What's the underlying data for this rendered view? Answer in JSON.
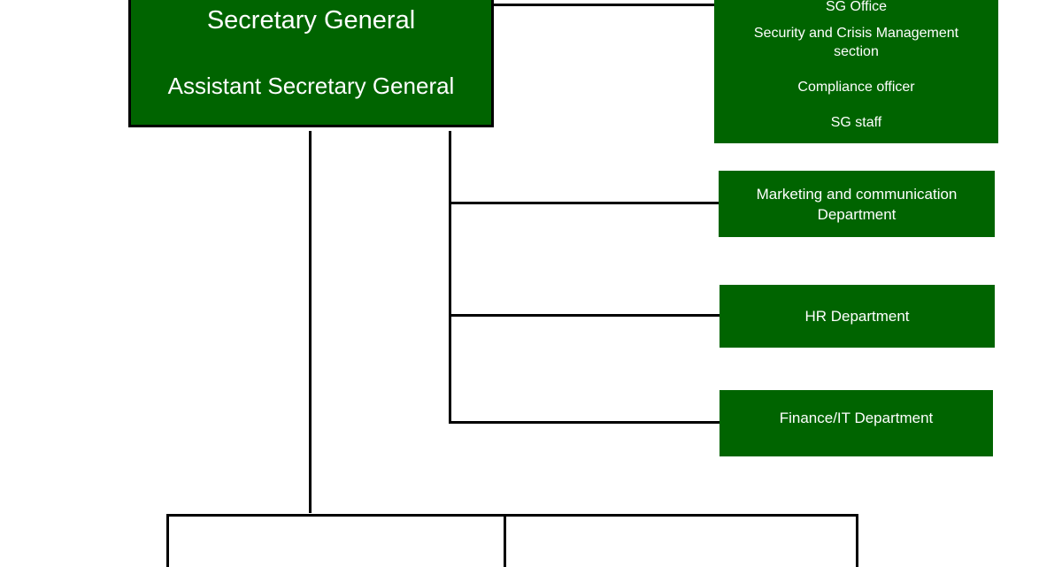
{
  "colors": {
    "box_fill": "#006400",
    "box_text": "#ffffff",
    "connector": "#000000"
  },
  "main_box": {
    "title": "Secretary General",
    "subtitle": "Assistant Secretary General"
  },
  "sg_office_box": {
    "lines": [
      "SG Office",
      "Security and Crisis Management section",
      "Compliance officer",
      "SG staff"
    ]
  },
  "departments": [
    "Marketing and communication Department",
    "HR Department",
    "Finance/IT Department"
  ]
}
